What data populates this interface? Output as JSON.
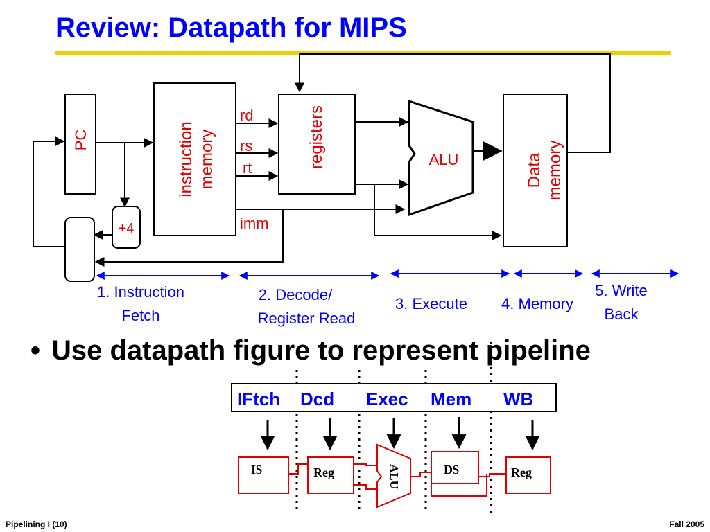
{
  "slide": {
    "title": "Review: Datapath for MIPS",
    "bullet": "Use datapath figure to represent pipeline",
    "bullet_symbol": "•"
  },
  "datapath": {
    "pc": "PC",
    "instruction_memory": [
      "instruction",
      "memory"
    ],
    "registers": "registers",
    "alu": "ALU",
    "data_memory": [
      "Data",
      "memory"
    ],
    "plus4": "+4",
    "field_rd": "rd",
    "field_rs": "rs",
    "field_rt": "rt",
    "field_imm": "imm"
  },
  "stages": [
    {
      "lines": [
        "1. Instruction",
        "Fetch"
      ]
    },
    {
      "lines": [
        "2. Decode/",
        "Register Read"
      ]
    },
    {
      "lines": [
        "3. Execute"
      ]
    },
    {
      "lines": [
        "4. Memory"
      ]
    },
    {
      "lines": [
        "5. Write",
        "Back"
      ]
    }
  ],
  "pipeline": {
    "labels": [
      "IFtch",
      "Dcd",
      "Exec",
      "Mem",
      "WB"
    ],
    "units": [
      "I$",
      "Reg",
      "ALU",
      "D$",
      "Reg"
    ]
  },
  "footer": {
    "left": "Pipelining I (10)",
    "right": "Fall 2005"
  },
  "colors": {
    "title": "#0000ff",
    "rule": "#f0d000",
    "stage_arrows": "#0000ff",
    "component_labels": "#e00000",
    "pipeline_units": "#e00000"
  }
}
